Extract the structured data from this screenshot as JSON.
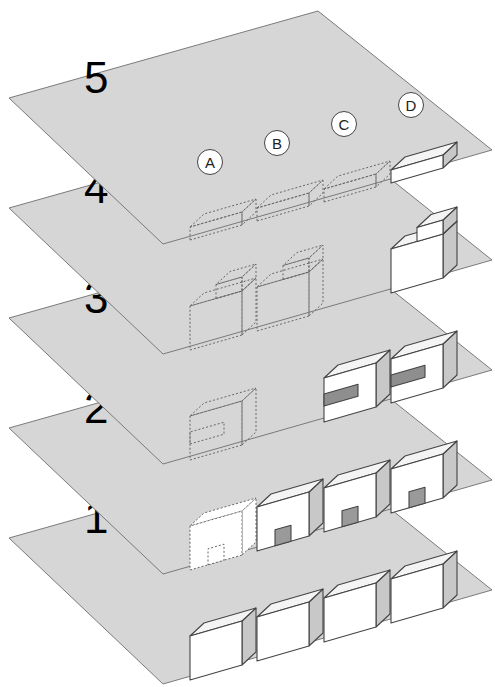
{
  "diagram": {
    "nodes": [
      {
        "text": [
          "5"
        ]
      },
      {
        "text": [
          "4"
        ]
      },
      {
        "text": [
          "3"
        ]
      },
      {
        "text": [
          "2"
        ]
      },
      {
        "text": [
          "1"
        ]
      },
      {
        "text": [
          "A"
        ],
        "in": 0
      },
      {
        "text": [
          "B"
        ],
        "in": 0
      },
      {
        "text": [
          "C"
        ],
        "in": 0
      },
      {
        "text": [
          "D"
        ],
        "in": 0
      }
    ]
  }
}
